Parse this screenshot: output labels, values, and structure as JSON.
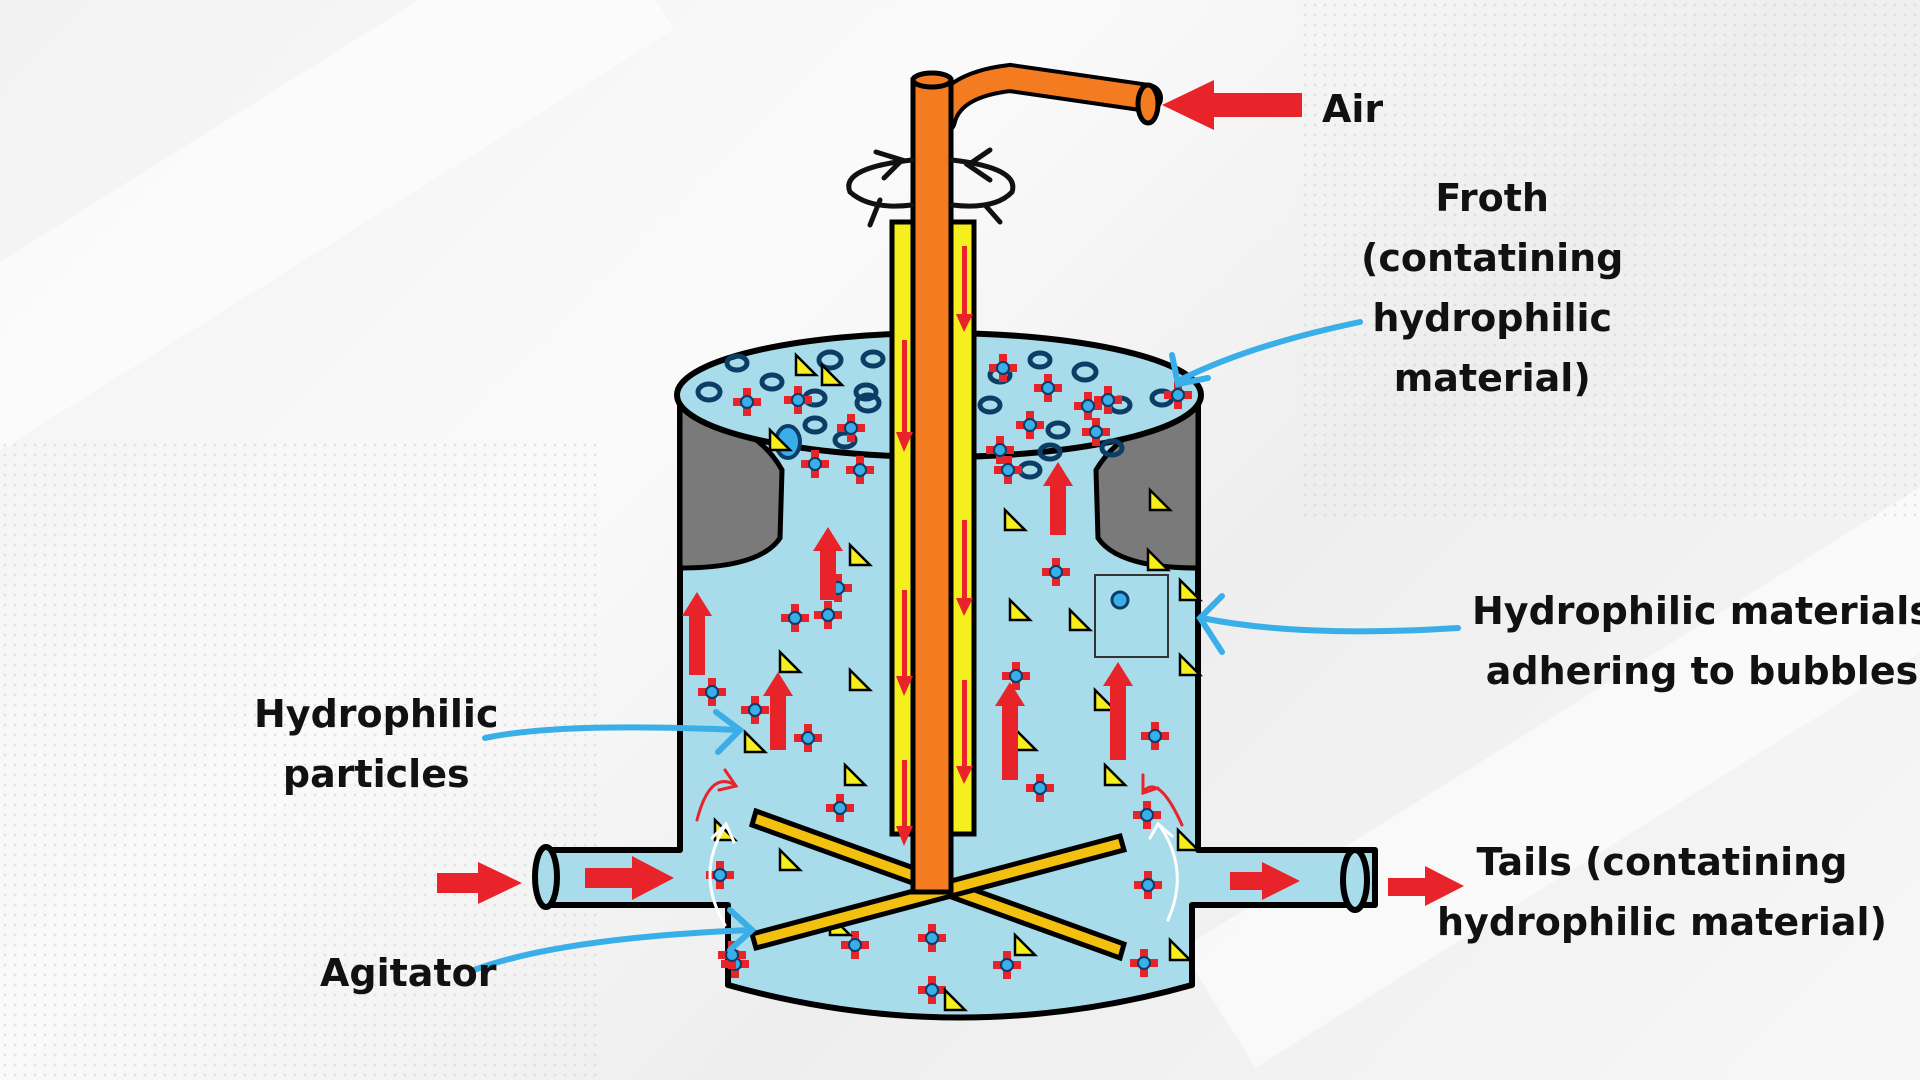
{
  "labels": {
    "air": "Air",
    "froth": [
      "Froth",
      "(contatining",
      "hydrophilic",
      "material)"
    ],
    "adhering": [
      "Hydrophilic materials",
      "adhering to bubbles"
    ],
    "particles": [
      "Hydrophilic",
      "particles"
    ],
    "tails": [
      "Tails (contatining",
      "hydrophilic material)"
    ],
    "agitator": "Agitator"
  },
  "colors": {
    "liquid": "#a8dcea",
    "shaft": "#f47b20",
    "sleeve": "#f5ef1e",
    "blade": "#f3c010",
    "flow_arrow": "#e8232a",
    "pointer": "#3aaee8",
    "baffle": "#7a7a7a"
  }
}
